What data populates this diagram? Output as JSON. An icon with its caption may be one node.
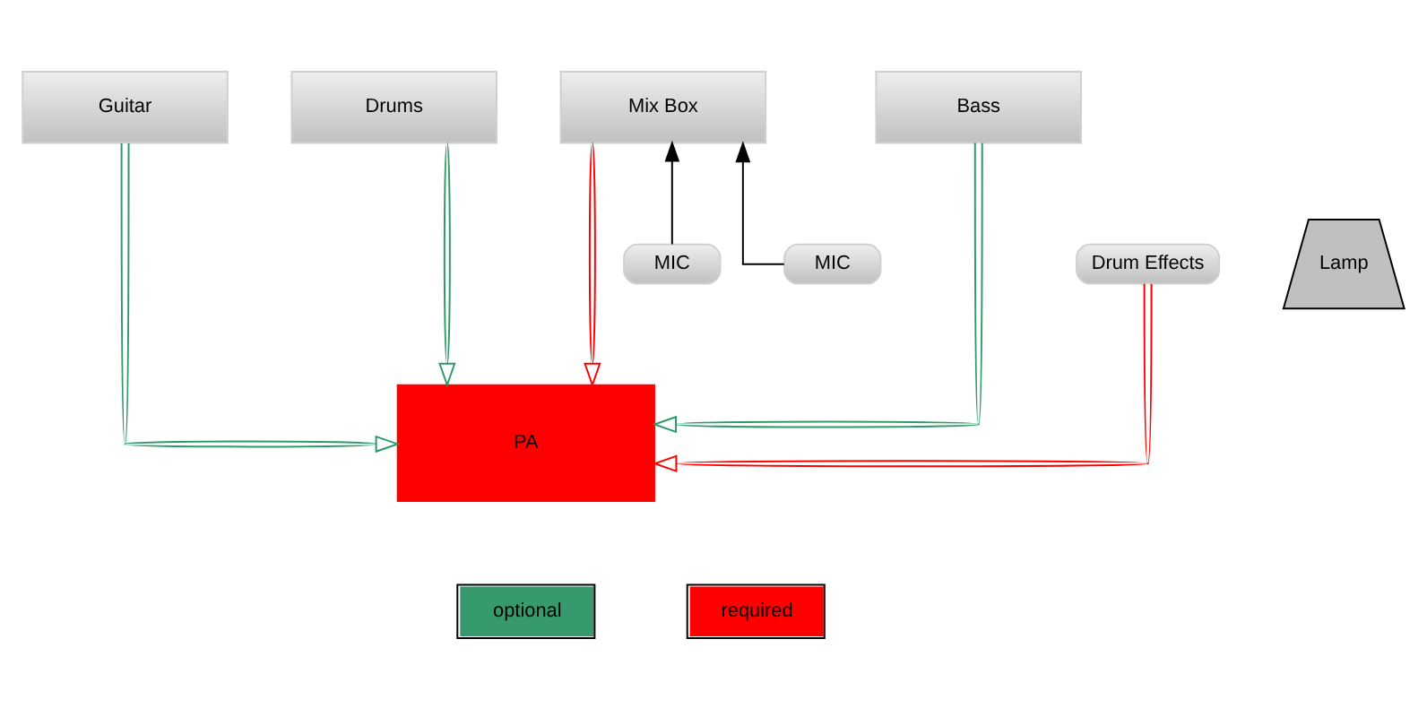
{
  "diagram": {
    "nodes": [
      {
        "text": [
          "Guitar"
        ]
      },
      {
        "text": [
          "Drums"
        ]
      },
      {
        "text": [
          "Mix Box"
        ]
      },
      {
        "text": [
          "Bass"
        ]
      },
      {
        "text": [
          "Lamp"
        ]
      },
      {
        "text": [
          "Drum Effects"
        ]
      },
      {
        "text": [
          "MIC"
        ]
      },
      {
        "text": [
          "MIC"
        ]
      },
      {
        "text": [
          "PA"
        ]
      }
    ],
    "edges": [
      {
        "from": 0,
        "to": 8,
        "arrow": "to",
        "color": "#2e9a68"
      },
      {
        "from": 1,
        "to": 8,
        "arrow": "to",
        "color": "#2e9a68"
      },
      {
        "from": 2,
        "to": 8,
        "arrow": "to",
        "color": "#ff0000"
      },
      {
        "from": 5,
        "to": 8,
        "arrow": "to",
        "color": "#ff0000"
      },
      {
        "from": 3,
        "to": 8,
        "arrow": "to",
        "color": "#2e9a68"
      },
      {
        "from": 6,
        "to": 2,
        "arrow": "to",
        "color": "#000000"
      },
      {
        "from": 7,
        "to": 2,
        "arrow": "to",
        "color": "#000000"
      }
    ],
    "legend": [
      {
        "text": "optional",
        "color": "#369a6c"
      },
      {
        "text": "required",
        "color": "#ff0000"
      }
    ]
  }
}
